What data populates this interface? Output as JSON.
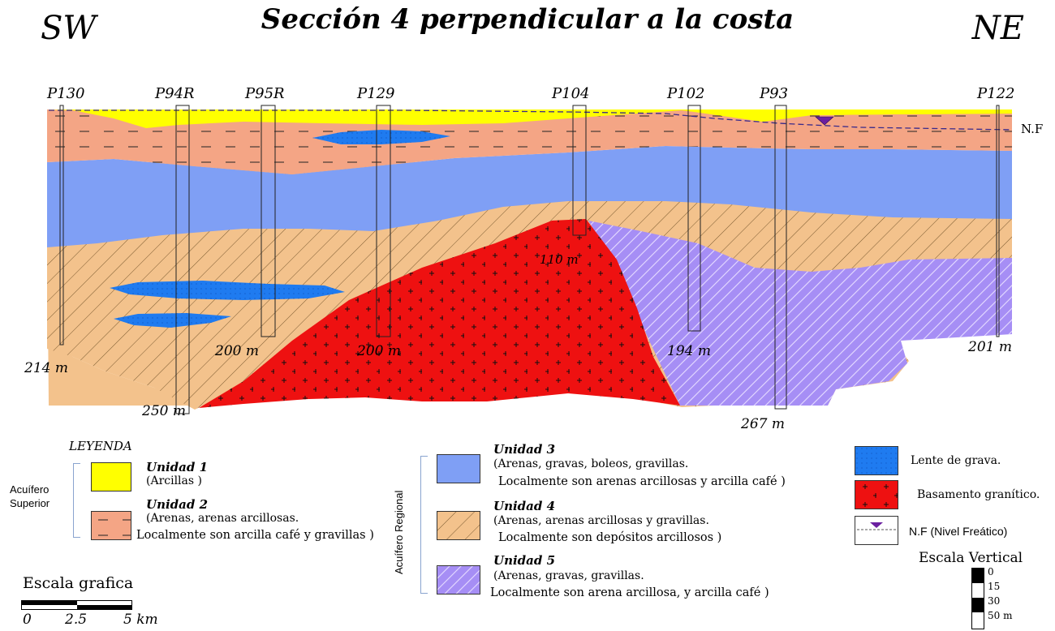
{
  "title": "Sección 4 perpendicular a la costa",
  "direction_left": "SW",
  "direction_right": "NE",
  "water_table_label": "N.F",
  "wells": [
    "P130",
    "P94R",
    "P95R",
    "P129",
    "P104",
    "P102",
    "P93",
    "P122"
  ],
  "depths": {
    "p130": "214 m",
    "p94r": "250 m",
    "p95r": "200 m",
    "p129": "200 m",
    "p104": "110 m",
    "p102": "194 m",
    "p93": "267 m",
    "p122": "201 m"
  },
  "legend": {
    "heading": "LEYENDA",
    "group_superior": [
      "Acuífero",
      "Superior"
    ],
    "group_regional": "Acuífero Regional",
    "units": [
      {
        "name": "Unidad 1",
        "line1": "(Arcillas )",
        "line2": "",
        "color": "#ffff00"
      },
      {
        "name": "Unidad 2",
        "line1": "(Arenas, arenas arcillosas.",
        "line2": "Localmente son arcilla café y gravillas )",
        "color": "#f4a585"
      },
      {
        "name": "Unidad 3",
        "line1": "(Arenas, gravas, boleos, gravillas.",
        "line2": "Localmente son arenas arcillosas y arcilla café )",
        "color": "#7f9ff5"
      },
      {
        "name": "Unidad 4",
        "line1": "(Arenas, arenas arcillosas y  gravillas.",
        "line2": "Localmente son depósitos arcillosos )",
        "color": "#f3c28c"
      },
      {
        "name": "Unidad 5",
        "line1": "(Arenas, gravas, gravillas.",
        "line2": "Localmente son arena arcillosa, y arcilla café )",
        "color": "#a68ef5"
      }
    ],
    "symbols": [
      {
        "label": "Lente de grava.",
        "color": "#1f7bf0"
      },
      {
        "label": "Basamento granítico.",
        "color": "#ee1111"
      },
      {
        "label": "N.F (Nivel Freático)",
        "color": "#6a1fa0"
      }
    ]
  },
  "horizontal_scale": {
    "label": "Escala grafica",
    "ticks": [
      "0",
      "2.5",
      "5 km"
    ]
  },
  "vertical_scale": {
    "label": "Escala Vertical",
    "ticks": [
      "0",
      "15",
      "30",
      "50 m"
    ]
  }
}
